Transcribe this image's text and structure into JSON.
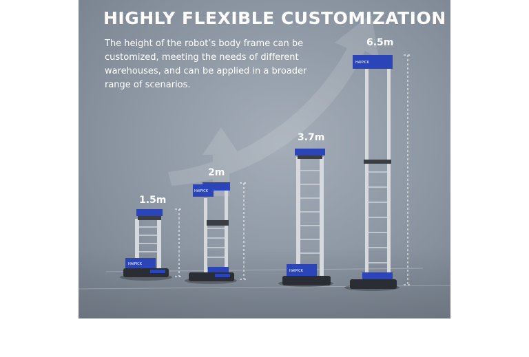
{
  "title": "HIGHLY FLEXIBLE CUSTOMIZATION",
  "description": "The height of the robot’s body frame can be customized, meeting the needs of different warehouses, and can be applied in a broader range of scenarios.",
  "robots": [
    {
      "height_label": "1.5m"
    },
    {
      "height_label": "2m"
    },
    {
      "height_label": "3.7m"
    },
    {
      "height_label": "6.5m"
    }
  ],
  "brand_logo_text": "HAIPICK",
  "colors": {
    "accent": "#2b45b8",
    "frame": "#d6dadf",
    "base": "#2a2d33"
  }
}
